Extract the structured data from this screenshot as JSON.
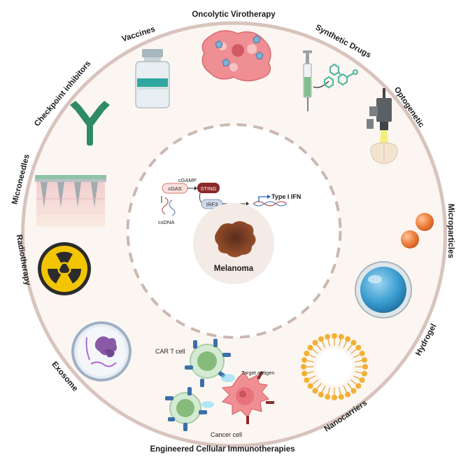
{
  "outer_ring": {
    "labels": {
      "oncolytic": "Oncolytic Virotherapy",
      "synthetic": "Synthetic Drugs",
      "optogenetic": "Optogenetic",
      "microparticles": "Microparticles",
      "hydrogel": "Hydrogel",
      "nanocarriers": "Nanocarriers",
      "engineered": "Engineered Cellular Immunotherapies",
      "exosome": "Exosome",
      "radiotherapy": "Radiotherapy",
      "microneedles": "Microneedles",
      "checkpoint": "Checkpoint inhibitors",
      "vaccines": "Vaccines"
    }
  },
  "pathway": {
    "cgamp": "cGAMP",
    "cgas": "cGAS",
    "sting": "STING",
    "irf3": "IRF3",
    "type1ifn": "Type I IFN",
    "csdna": "csDNA"
  },
  "center": {
    "title": "Melanoma"
  },
  "cells": {
    "car_t": "CAR T cell",
    "target_antigen": "Target antigen",
    "cancer_cell": "Cancer cell"
  },
  "colors": {
    "ring": "#d8c4bd",
    "disc": "#fcf6f2",
    "sting": "#8c2a2a",
    "virus": "#ef8f94",
    "antibody": "#2e8b64",
    "particle": "#ee7f3c",
    "hydrogel": "#3c9ed2",
    "nanocarrier": "#f2b134",
    "radiation": "#f2c500"
  }
}
